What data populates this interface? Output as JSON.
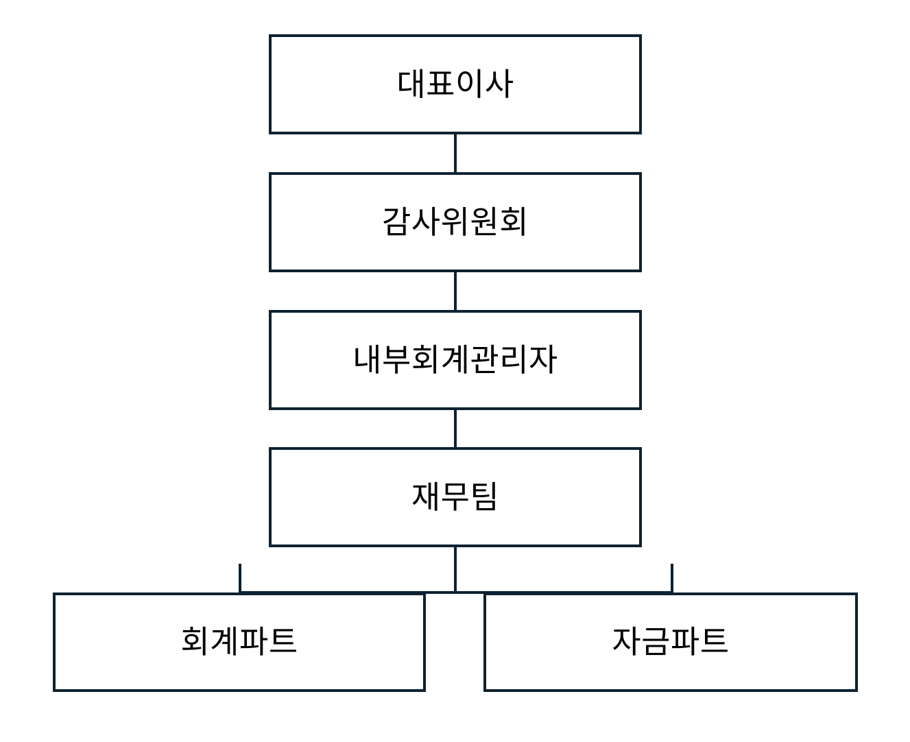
{
  "diagram": {
    "type": "organization-chart",
    "orientation": "vertical",
    "title": "",
    "background_color": "#ffffff",
    "border_color": "#0d2231",
    "text_color": "#000000",
    "nodes": [
      {
        "id": "ceo",
        "label": "대표이사",
        "level": 1
      },
      {
        "id": "audit",
        "label": "감사위원회",
        "level": 2
      },
      {
        "id": "manager",
        "label": "내부회계관리자",
        "level": 3
      },
      {
        "id": "finance",
        "label": "재무팀",
        "level": 4
      },
      {
        "id": "accounting",
        "label": "회계파트",
        "level": 5
      },
      {
        "id": "treasury",
        "label": "자금파트",
        "level": 5
      }
    ],
    "edges": [
      {
        "from": "ceo",
        "to": "audit"
      },
      {
        "from": "audit",
        "to": "manager"
      },
      {
        "from": "manager",
        "to": "finance"
      },
      {
        "from": "finance",
        "to": "accounting"
      },
      {
        "from": "finance",
        "to": "treasury"
      }
    ]
  }
}
